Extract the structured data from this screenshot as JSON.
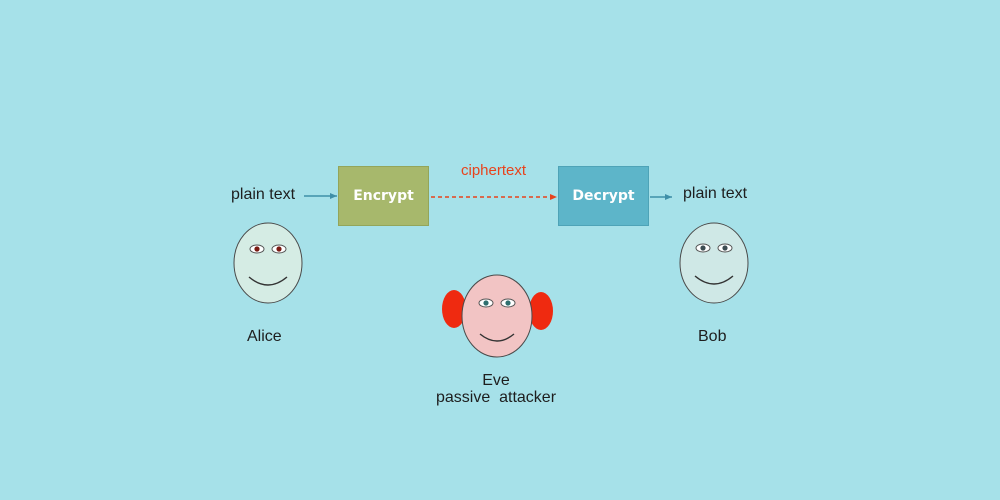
{
  "diagram": {
    "input_label": "plain text",
    "output_label": "plain text",
    "channel_label": "ciphertext",
    "encrypt_label": "Encrypt",
    "decrypt_label": "Decrypt",
    "alice_name": "Alice",
    "bob_name": "Bob",
    "eve_name": "Eve",
    "eve_role": "passive  attacker"
  },
  "colors": {
    "background": "#a6e1e9",
    "encrypt_fill": "#a7b86c",
    "decrypt_fill": "#5db5c9",
    "channel_arrow": "#e8431c",
    "flow_arrow": "#3f8fa8",
    "alice_face": "#d5ece4",
    "bob_face": "#cfe8e6",
    "eve_face": "#f2c4c4",
    "eve_ears": "#ef2a10"
  },
  "icons": {
    "alice": "smiling-face-icon",
    "bob": "smiling-face-icon",
    "eve": "smiling-face-with-large-ears-icon"
  }
}
